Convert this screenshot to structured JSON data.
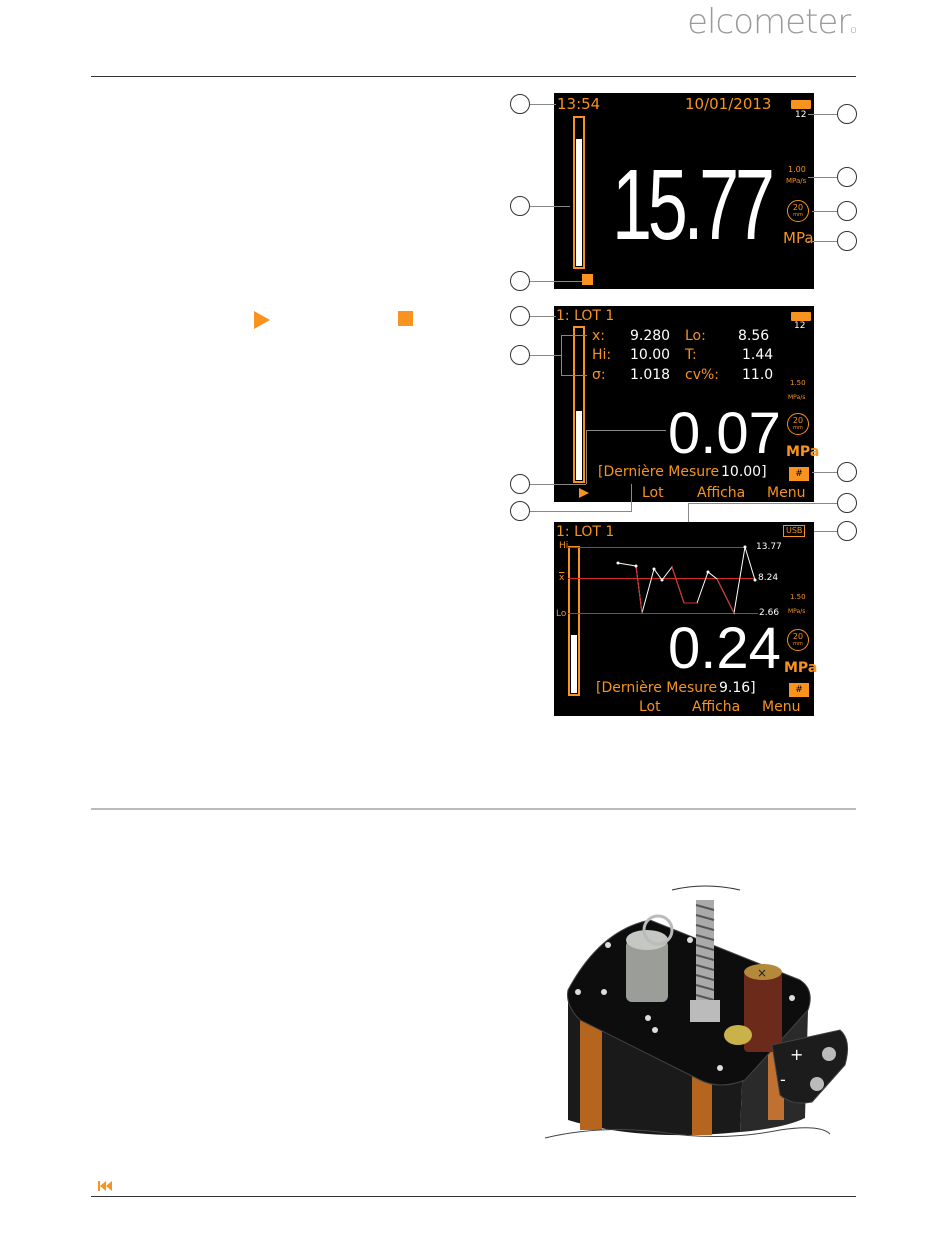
{
  "header": {
    "brand": "elcometer",
    "brand_mark": "o"
  },
  "screen1": {
    "time": "13:54",
    "date": "10/01/2013",
    "counter": "12",
    "rate_value": "1.00",
    "rate_unit": "MPa/s",
    "dolly_size": "20",
    "dolly_unit": "mm",
    "reading": "15.77",
    "unit": "MPa",
    "bar_level": 0.85
  },
  "screen2": {
    "batch_label": "1: LOT 1",
    "counter": "12",
    "stats": {
      "mean_label": "x:",
      "mean_value": "9.280",
      "lo_label": "Lo:",
      "lo_value": "8.56",
      "hi_label": "Hi:",
      "hi_value": "10.00",
      "t_label": "T:",
      "t_value": "1.44",
      "sigma_label": "σ:",
      "sigma_value": "1.018",
      "cv_label": "cv%:",
      "cv_value": "11.0"
    },
    "rate_value": "1.50",
    "rate_unit": "MPa/s",
    "dolly_size": "20",
    "dolly_unit": "mm",
    "reading": "0.07",
    "unit": "MPa",
    "last_label": "[Dernière Mesure",
    "last_value": "10.00]",
    "softkeys": [
      "Lot",
      "Afficha",
      "Menu"
    ],
    "bar_level": 0.45
  },
  "screen3": {
    "batch_label": "1: LOT 1",
    "usb_label": "USB",
    "hi_label": "Hi",
    "mean_label": "x",
    "lo_label": "Lo",
    "hi_value": "13.77",
    "mean_value": "8.24",
    "lo_value": "2.66",
    "rate_value": "1.50",
    "rate_unit": "MPa/s",
    "dolly_size": "20",
    "dolly_unit": "mm",
    "reading": "0.24",
    "unit": "MPa",
    "last_label": "[Dernière Mesure",
    "last_value": "9.16]",
    "softkeys": [
      "Lot",
      "Afficha",
      "Menu"
    ],
    "bar_level": 0.4
  },
  "colors": {
    "accent": "#f7931e",
    "screen_bg": "#000000",
    "limit_line": "#d42a1e"
  }
}
